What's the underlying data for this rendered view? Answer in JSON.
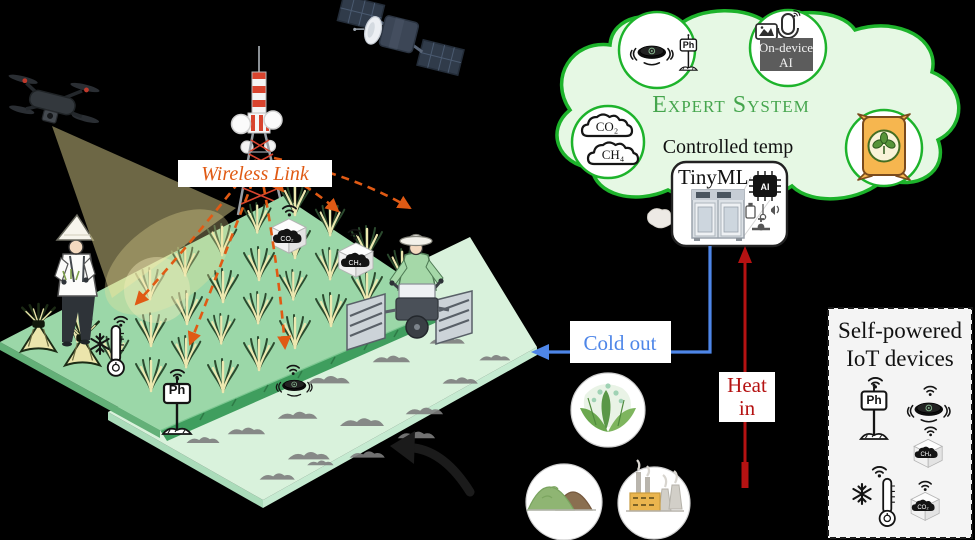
{
  "labels": {
    "wireless_link": "Wireless Link",
    "expert_title": "Expert System",
    "controlled_temp": "Controlled temp",
    "on_device_1": "On-device",
    "on_device_2": "AI",
    "tinyml": "TinyML",
    "chip": "AI",
    "cold_out": "Cold out",
    "heat_1": "Heat",
    "heat_2": "in",
    "iot_1": "Self-powered",
    "iot_2": "IoT devices",
    "co2": "CO₂",
    "ch4": "CH₄",
    "ph": "Ph"
  },
  "colors": {
    "background": "#000000",
    "wireless_orange": "#e05a14",
    "cold_blue": "#4e86e8",
    "heat_red": "#b51212",
    "cloud_green_border": "#1db32b",
    "cloud_green_fill": "#e6f8e4",
    "expert_text_green": "#45a54d",
    "rice_field_green": "#9bd7a8",
    "tilled_field_green": "#d9f2dc",
    "bund_green": "#3f9e5e",
    "iot_box_bg": "#f4f4f4"
  }
}
